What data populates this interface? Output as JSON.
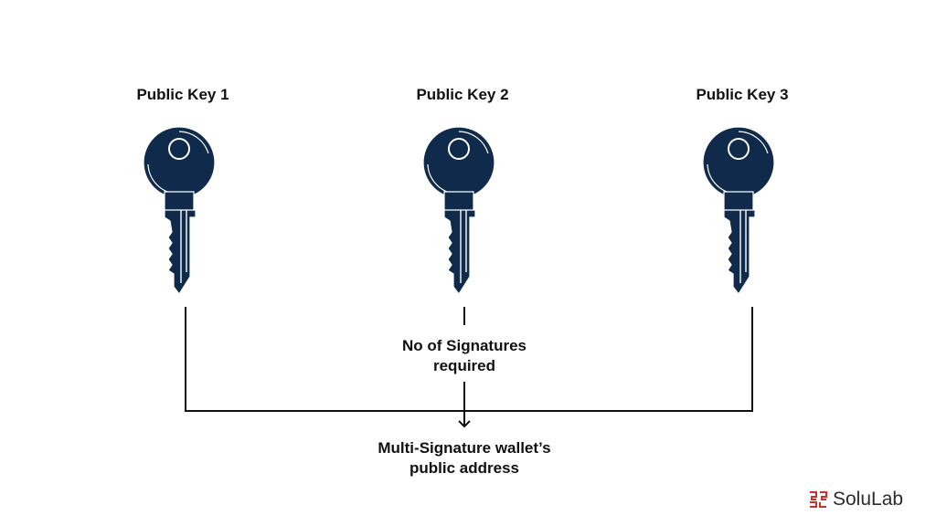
{
  "keys": [
    {
      "label": "Public Key 1"
    },
    {
      "label": "Public Key 2"
    },
    {
      "label": "Public Key 3"
    }
  ],
  "signatures": {
    "line1": "No of Signatures",
    "line2": "required"
  },
  "wallet": {
    "line1": "Multi-Signature wallet’s",
    "line2": "public address"
  },
  "brand": {
    "name": "SoluLab",
    "accent_color": "#c8312c"
  },
  "colors": {
    "key_fill": "#0f2a4a",
    "line": "#111111"
  }
}
